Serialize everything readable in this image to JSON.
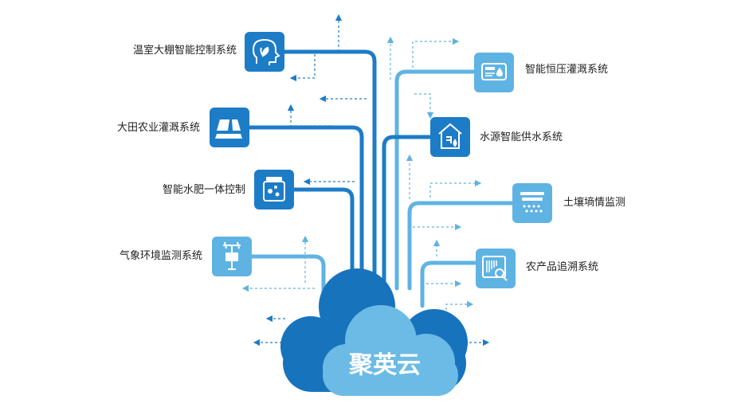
{
  "center": {
    "label": "聚英云"
  },
  "colors": {
    "dark": "#1d7cc6",
    "light": "#5fb3e3",
    "cloud_back": "#1873bd",
    "cloud_front": "#6cbbe6",
    "text": "#222222"
  },
  "nodes": [
    {
      "id": "greenhouse",
      "label": "温室大棚智能控制系统",
      "icon": "plant-head-icon",
      "tone": "dark"
    },
    {
      "id": "field-irrigation",
      "label": "大田农业灌溉系统",
      "icon": "field-plots-icon",
      "tone": "dark"
    },
    {
      "id": "water-fertilizer",
      "label": "智能水肥一体控制",
      "icon": "fertilizer-tank-icon",
      "tone": "dark"
    },
    {
      "id": "weather",
      "label": "气象环境监测系统",
      "icon": "weather-station-icon",
      "tone": "light"
    },
    {
      "id": "pressure-irrigation",
      "label": "智能恒压灌溉系统",
      "icon": "pressure-gauge-icon",
      "tone": "light"
    },
    {
      "id": "water-supply",
      "label": "水源智能供水系统",
      "icon": "water-house-icon",
      "tone": "dark"
    },
    {
      "id": "soil-moisture",
      "label": "土壤墒情监测",
      "icon": "soil-sensor-icon",
      "tone": "light"
    },
    {
      "id": "traceability",
      "label": "农产品追溯系统",
      "icon": "barcode-search-icon",
      "tone": "light"
    }
  ]
}
